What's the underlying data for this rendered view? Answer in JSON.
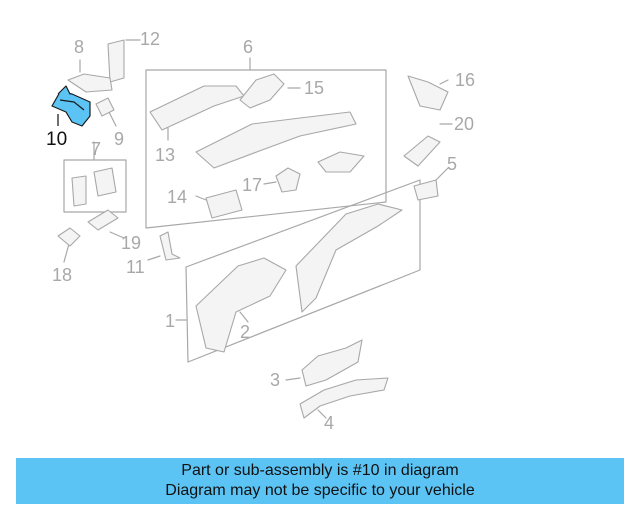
{
  "diagram": {
    "highlight_color": "#5bc4f5",
    "line_color": "#a8a8a8",
    "callouts": {
      "c1": "1",
      "c2": "2",
      "c3": "3",
      "c4": "4",
      "c5": "5",
      "c6": "6",
      "c7": "7",
      "c8": "8",
      "c9": "9",
      "c10": "10",
      "c11": "11",
      "c12": "12",
      "c13": "13",
      "c14": "14",
      "c15": "15",
      "c16": "16",
      "c17": "17",
      "c18": "18",
      "c19": "19",
      "c20": "20"
    }
  },
  "banner": {
    "line1": "Part or sub-assembly is #10 in diagram",
    "line2": "Diagram may not be specific to your vehicle",
    "background": "#5bc4f5"
  }
}
